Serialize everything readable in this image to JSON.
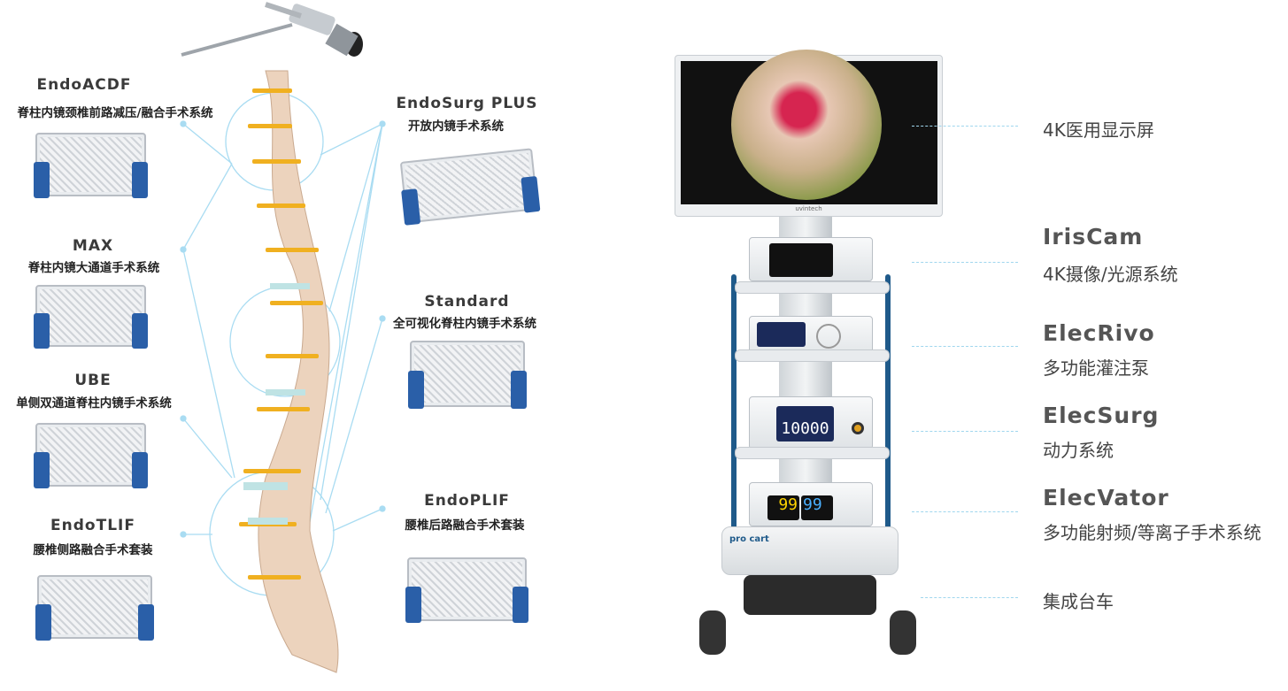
{
  "left_products": [
    {
      "name": "EndoACDF",
      "subtitle": "脊柱内镜颈椎前路减压/融合手术系统"
    },
    {
      "name": "MAX",
      "subtitle": "脊柱内镜大通道手术系统"
    },
    {
      "name": "UBE",
      "subtitle": "单侧双通道脊柱内镜手术系统"
    },
    {
      "name": "EndoTLIF",
      "subtitle": "腰椎侧路融合手术套装"
    }
  ],
  "middle_products": [
    {
      "name": "EndoSurg PLUS",
      "subtitle": "开放内镜手术系统"
    },
    {
      "name": "Standard",
      "subtitle": "全可视化脊柱内镜手术系统"
    },
    {
      "name": "EndoPLIF",
      "subtitle": "腰椎后路融合手术套装"
    }
  ],
  "right_components": [
    {
      "name": "",
      "subtitle": "4K医用显示屏"
    },
    {
      "name": "IrisCam",
      "subtitle": "4K摄像/光源系统"
    },
    {
      "name": "ElecRivo",
      "subtitle": "多功能灌注泵"
    },
    {
      "name": "ElecSurg",
      "subtitle": "动力系统"
    },
    {
      "name": "ElecVator",
      "subtitle": "多功能射频/等离子手术系统"
    },
    {
      "name": "",
      "subtitle": "集成台车"
    }
  ],
  "devices": {
    "monitor_brand": "uvintech",
    "power_display": "10000",
    "rf_left": "99",
    "rf_right": "99",
    "cart_brand": "pro cart"
  },
  "colors": {
    "accent_line": "#9fd6ee",
    "tray_handle": "#2a5fa8",
    "cart_blue": "#1f5a8a"
  }
}
